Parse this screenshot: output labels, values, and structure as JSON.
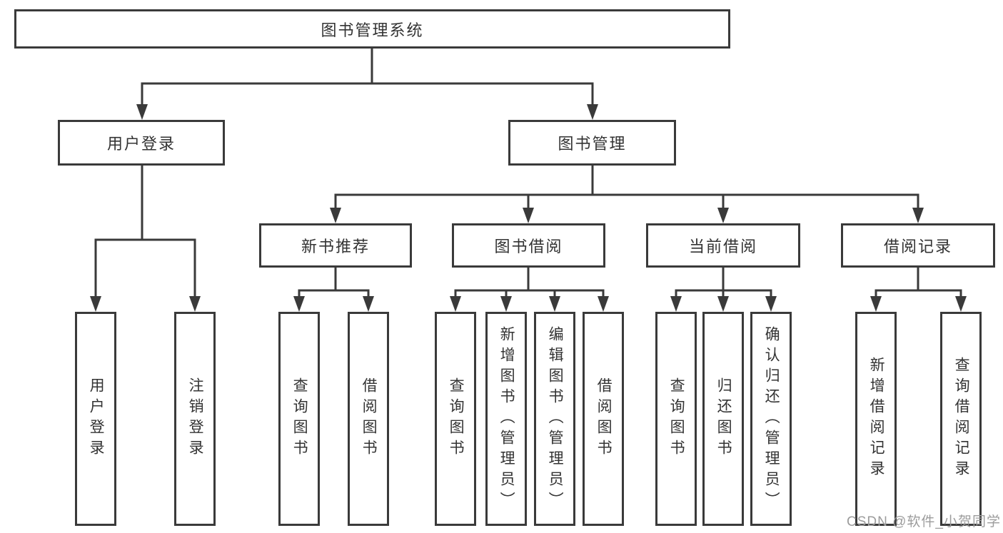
{
  "tree": {
    "root": "图书管理系统",
    "children": [
      {
        "label": "用户登录",
        "children": [
          "用户登录",
          "注销登录"
        ]
      },
      {
        "label": "图书管理",
        "children": [
          {
            "label": "新书推荐",
            "children": [
              "查询图书",
              "借阅图书"
            ]
          },
          {
            "label": "图书借阅",
            "children": [
              "查询图书",
              "新增图书（管理员）",
              "编辑图书（管理员）",
              "借阅图书"
            ]
          },
          {
            "label": "当前借阅",
            "children": [
              "查询图书",
              "归还图书",
              "确认归还（管理员）"
            ]
          },
          {
            "label": "借阅记录",
            "children": [
              "新增借阅记录",
              "查询借阅记录"
            ]
          }
        ]
      }
    ]
  },
  "watermark": {
    "text": "CSDN @软件_小贺同学"
  },
  "colors": {
    "line": "#3a3a3a",
    "box_border": "#3a3a3a",
    "text": "#333333",
    "watermark": "#9c9c9c",
    "background": "#ffffff"
  }
}
